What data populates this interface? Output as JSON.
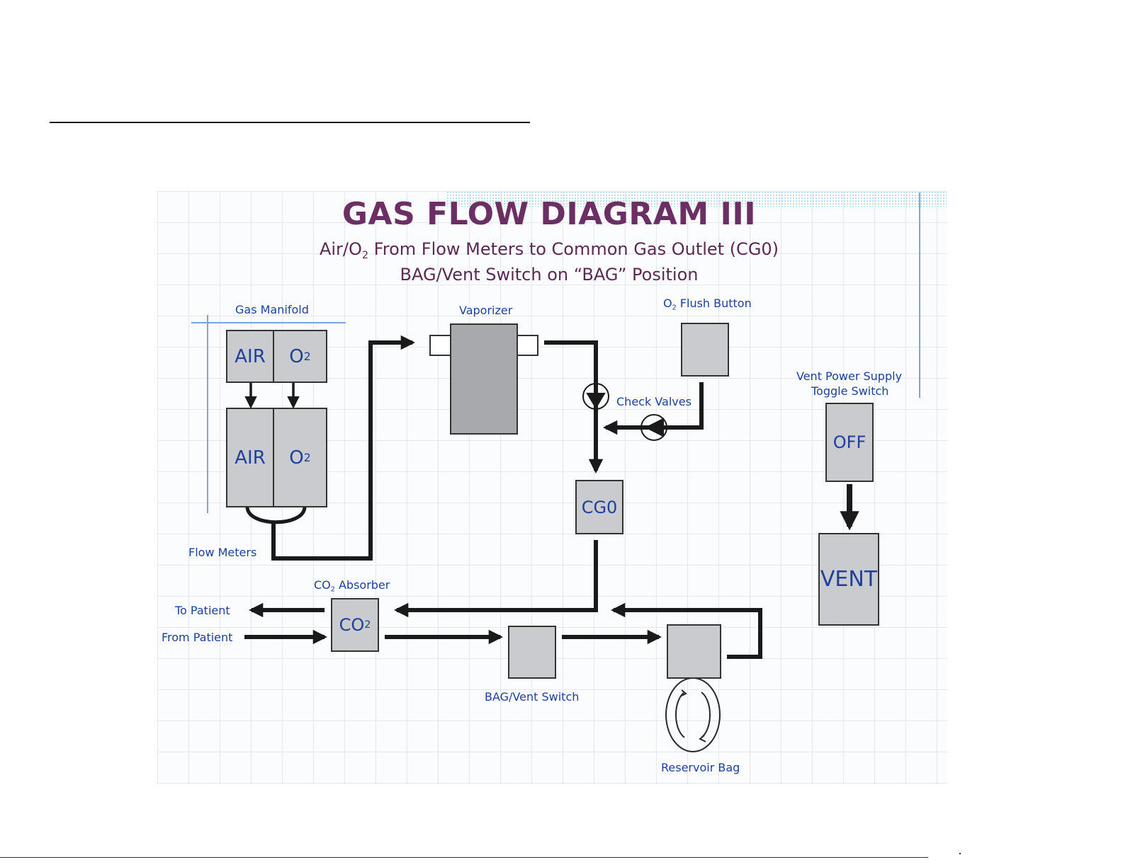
{
  "title": "GAS FLOW DIAGRAM III",
  "subtitle_line1": {
    "pre": "Air/O",
    "sub": "2",
    "post": " From Flow Meters to Common Gas Outlet (CG0)"
  },
  "subtitle_line2": "BAG/Vent Switch on “BAG” Position",
  "labels": {
    "gas_manifold": "Gas Manifold",
    "vaporizer": "Vaporizer",
    "o2_flush": {
      "pre": "O",
      "sub": "2",
      "post": " Flush Button"
    },
    "vent_power_line1": "Vent Power Supply",
    "vent_power_line2": "Toggle Switch",
    "check_valves": "Check Valves",
    "flow_meters": "Flow Meters",
    "co2_absorber": {
      "pre": "CO",
      "sub": "2",
      "post": " Absorber"
    },
    "to_patient": "To Patient",
    "from_patient": "From Patient",
    "bag_vent_switch": "BAG/Vent Switch",
    "reservoir_bag": "Reservoir Bag"
  },
  "boxes": {
    "manifold_air": "AIR",
    "manifold_o2": {
      "pre": "O",
      "sub": "2"
    },
    "meter_air": "AIR",
    "meter_o2": {
      "pre": "O",
      "sub": "2"
    },
    "cgo": "CG0",
    "co2": {
      "pre": "CO",
      "sub": "2"
    },
    "off": "OFF",
    "vent": "VENT"
  },
  "colors": {
    "title": "#6b2f63",
    "label_blue": "#1f3f9c",
    "box_fill": "#c9cbcf",
    "arrow": "#1a1a1a"
  }
}
